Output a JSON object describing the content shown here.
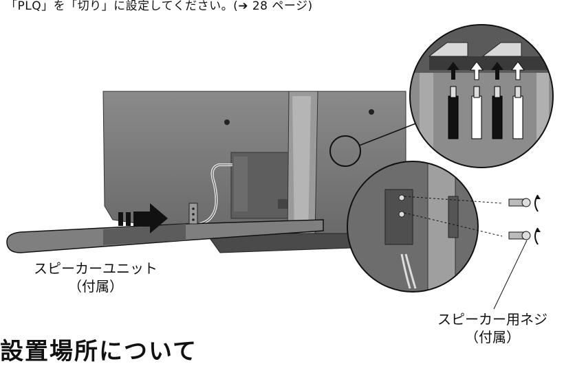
{
  "note": {
    "text": "「PLQ」を「切り」に設定してください。(➔ 28 ページ)"
  },
  "labels": {
    "speaker_unit": {
      "line1": "スピーカーユニット",
      "line2": "（付属）"
    },
    "speaker_screw": {
      "line1": "スピーカー用ネジ",
      "line2": "（付属）"
    }
  },
  "section_heading": "設置場所について",
  "arrow_icons": [
    "insert-arrow-icon",
    "up-arrow-icon",
    "rotate-arrow-icon"
  ],
  "colors": {
    "tv_body": "#7b7b7b",
    "tv_dark": "#555555",
    "stand": "#6e6e6e",
    "outline": "#111111"
  }
}
